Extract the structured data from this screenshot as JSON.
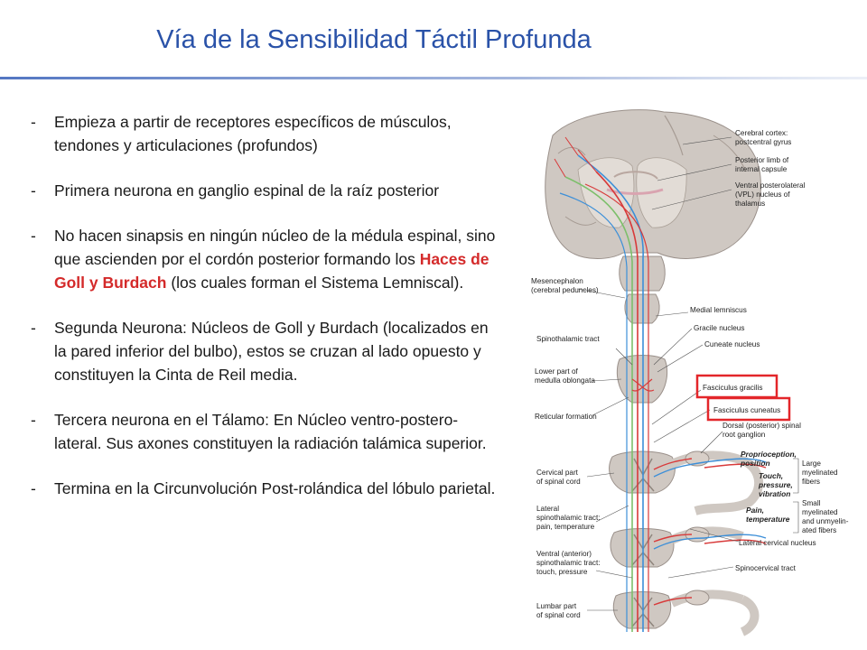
{
  "title": "Vía de la Sensibilidad Táctil Profunda",
  "bullets": [
    {
      "dash": "-",
      "text": "Empieza a partir de receptores específicos de músculos, tendones y articulaciones (profundos)"
    },
    {
      "dash": "-",
      "text": "Primera neurona en ganglio espinal de la raíz posterior"
    },
    {
      "dash": "-",
      "pre": "No hacen sinapsis en ningún núcleo de la médula espinal, sino que ascienden por el cordón posterior formando los ",
      "highlight": "Haces de Goll y Burdach",
      "post": " (los cuales forman el Sistema Lemniscal)."
    },
    {
      "dash": "-",
      "text": "Segunda Neurona: Núcleos de Goll y Burdach (localizados en la pared inferior del bulbo), estos se cruzan al lado opuesto y constituyen la Cinta de Reil media."
    },
    {
      "dash": "-",
      "text": "Tercera neurona en el Tálamo: En Núcleo ventro-postero-lateral. Sus axones constituyen la radiación talámica superior."
    },
    {
      "dash": "-",
      "text": "Termina en la Circunvolución Post-rolándica del lóbulo parietal."
    }
  ],
  "figure": {
    "labels": {
      "cortex1": "Cerebral cortex:",
      "cortex2": "postcentral gyrus",
      "capsule1": "Posterior limb of",
      "capsule2": "internal capsule",
      "vpl1": "Ventral posterolateral",
      "vpl2": "(VPL) nucleus of",
      "vpl3": "thalamus",
      "mes1": "Mesencephalon",
      "mes2": "(cerebral peduncles)",
      "medlem": "Medial lemniscus",
      "gracile": "Gracile nucleus",
      "cuneate": "Cuneate nucleus",
      "spinothal": "Spinothalamic tract",
      "lowmed1": "Lower part of",
      "lowmed2": "medulla oblongata",
      "fgrac": "Fasciculus gracilis",
      "fcun": "Fasciculus cuneatus",
      "retic": "Reticular formation",
      "drg1": "Dorsal (posterior) spinal",
      "drg2": "root ganglion",
      "prop1": "Proprioception,",
      "prop2": "position",
      "touch1": "Touch,",
      "touch2": "pressure,",
      "touch3": "vibration",
      "large1": "Large",
      "large2": "myelinated",
      "large3": "fibers",
      "pain1": "Pain,",
      "pain2": "temperature",
      "small1": "Small",
      "small2": "myelinated",
      "small3": "and unmyelin-",
      "small4": "ated fibers",
      "cerv1": "Cervical part",
      "cerv2": "of spinal cord",
      "lat1": "Lateral",
      "lat2": "spinothalamic tract:",
      "lat3": "pain, temperature",
      "latcerv": "Lateral cervical nucleus",
      "ven1": "Ventral (anterior)",
      "ven2": "spinothalamic tract:",
      "ven3": "touch, pressure",
      "spinocerv": "Spinocervical tract",
      "lum1": "Lumbar part",
      "lum2": "of spinal cord"
    }
  },
  "colors": {
    "title": "#2a52a8",
    "highlight": "#d42a2a",
    "red_pathway": "#d83a3a",
    "blue_pathway": "#3c8fd8",
    "green_pathway": "#7cbf6a",
    "tissue": "#c9c3be",
    "box": "#e3262a"
  }
}
